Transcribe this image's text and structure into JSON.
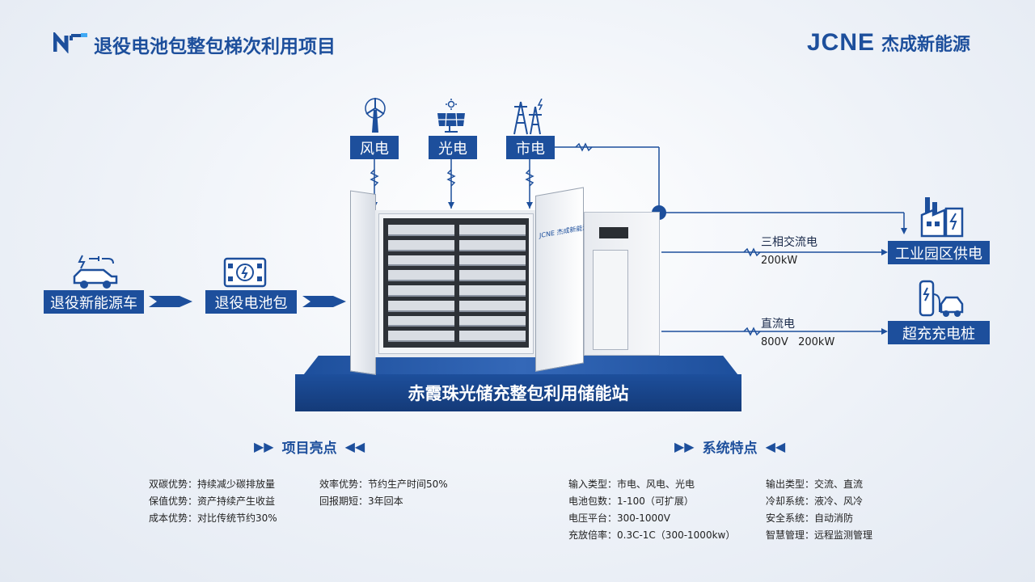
{
  "header": {
    "title": "退役电池包整包梯次利用项目",
    "brand_mark": "JCNE",
    "brand_name": "杰成新能源"
  },
  "sources": [
    {
      "label": "风电",
      "icon": "wind-turbine-icon"
    },
    {
      "label": "光电",
      "icon": "solar-panel-icon"
    },
    {
      "label": "市电",
      "icon": "power-tower-icon"
    }
  ],
  "flow": {
    "vehicle": "退役新能源车",
    "battery_pack": "退役电池包",
    "station": "赤霞珠光储充整包利用储能站",
    "door_brand": "JCNE 杰成新能源"
  },
  "outputs": {
    "ac": {
      "label": "三相交流电",
      "spec": "200kW",
      "target": "工业园区供电"
    },
    "dc": {
      "label": "直流电",
      "spec": "800V   200kW",
      "target": "超充充电桩"
    }
  },
  "highlights": {
    "title": "项目亮点",
    "col1": [
      "双碳优势：持续减少碳排放量",
      "保值优势：资产持续产生收益",
      "成本优势：对比传统节约30%"
    ],
    "col2": [
      "效率优势：节约生产时间50%",
      "回报期短：3年回本"
    ]
  },
  "features": {
    "title": "系统特点",
    "col1": [
      "输入类型：市电、风电、光电",
      "电池包数：1-100（可扩展）",
      "电压平台：300-1000V",
      "充放倍率：0.3C-1C（300-1000kw）"
    ],
    "col2": [
      "输出类型：交流、直流",
      "冷却系统：液冷、风冷",
      "安全系统：自动消防",
      "智慧管理：远程监测管理"
    ]
  },
  "colors": {
    "primary": "#1d4f9c",
    "dark": "#143a78"
  }
}
